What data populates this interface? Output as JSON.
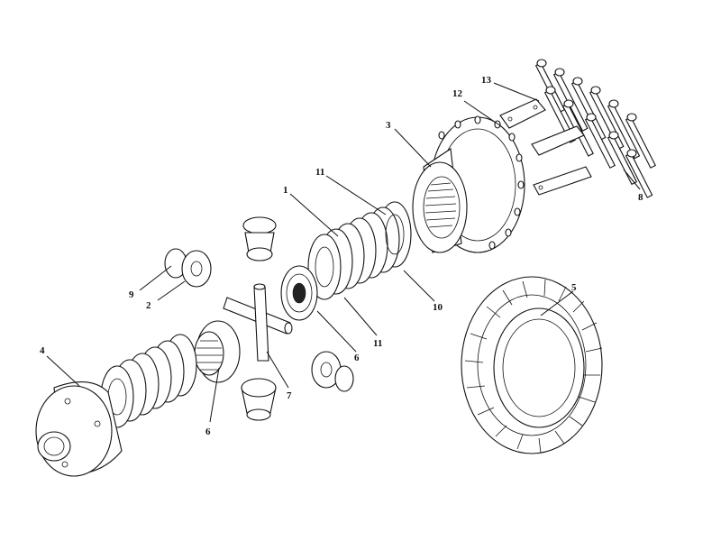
{
  "labels": {
    "l1": "1",
    "l2": "2",
    "l3": "3",
    "l4": "4",
    "l5": "5",
    "l6a": "6",
    "l6b": "6",
    "l7": "7",
    "l8": "8",
    "l9": "9",
    "l10": "10",
    "l11a": "11",
    "l11b": "11",
    "l12": "12",
    "l13": "13"
  }
}
